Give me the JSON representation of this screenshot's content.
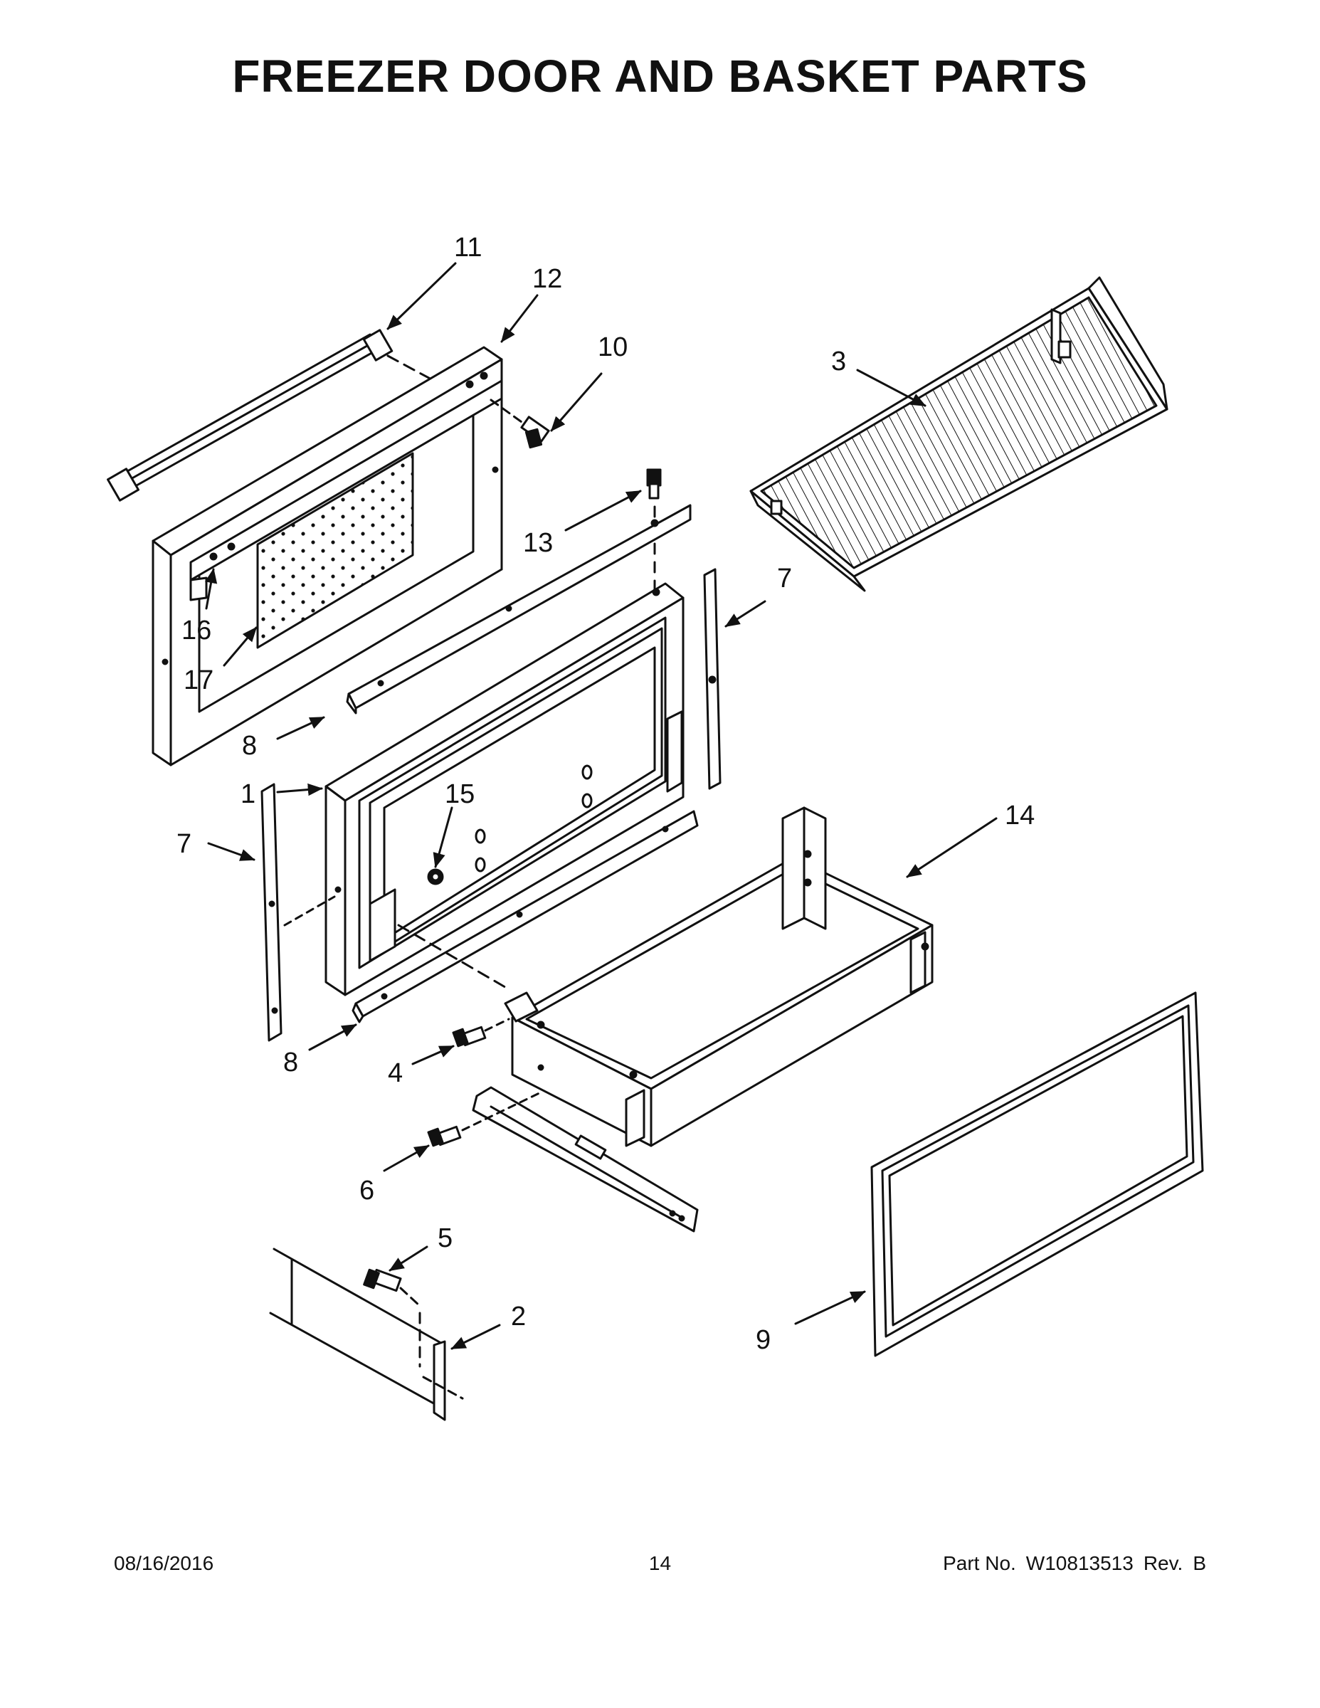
{
  "title": "FREEZER DOOR AND BASKET PARTS",
  "callouts": [
    {
      "id": "11",
      "label": "11"
    },
    {
      "id": "12",
      "label": "12"
    },
    {
      "id": "10",
      "label": "10"
    },
    {
      "id": "3",
      "label": "3"
    },
    {
      "id": "13",
      "label": "13"
    },
    {
      "id": "7a",
      "label": "7"
    },
    {
      "id": "16",
      "label": "16"
    },
    {
      "id": "17",
      "label": "17"
    },
    {
      "id": "8a",
      "label": "8"
    },
    {
      "id": "1",
      "label": "1"
    },
    {
      "id": "15",
      "label": "15"
    },
    {
      "id": "7b",
      "label": "7"
    },
    {
      "id": "14",
      "label": "14"
    },
    {
      "id": "8b",
      "label": "8"
    },
    {
      "id": "4",
      "label": "4"
    },
    {
      "id": "6",
      "label": "6"
    },
    {
      "id": "5",
      "label": "5"
    },
    {
      "id": "2",
      "label": "2"
    },
    {
      "id": "9",
      "label": "9"
    }
  ],
  "footer": {
    "date": "08/16/2016",
    "page": "14",
    "part_label": "Part No.",
    "part_number": "W10813513",
    "rev_label": "Rev.",
    "rev": "B"
  }
}
